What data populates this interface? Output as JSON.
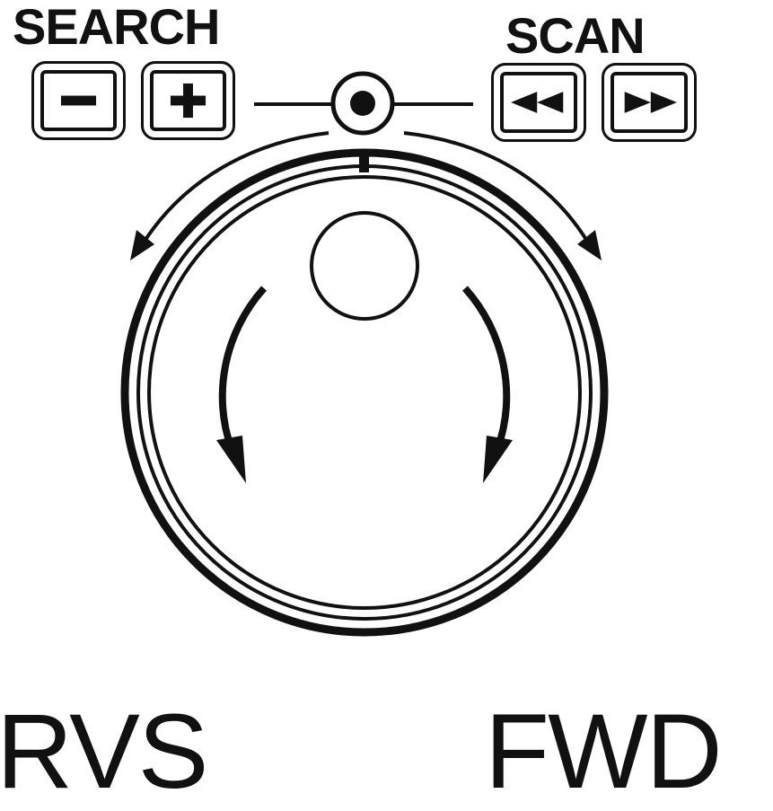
{
  "search": {
    "label": "SEARCH",
    "minus_icon": "minus-icon",
    "plus_icon": "plus-icon"
  },
  "scan": {
    "label": "SCAN",
    "rewind_icon": "rewind-icon",
    "fast_forward_icon": "fast-forward-icon"
  },
  "dial": {
    "icon": "jog-shuttle-dial-icon"
  },
  "directions": {
    "reverse": "RVS",
    "forward": "FWD"
  },
  "colors": {
    "ink": "#111111",
    "background": "#ffffff"
  }
}
